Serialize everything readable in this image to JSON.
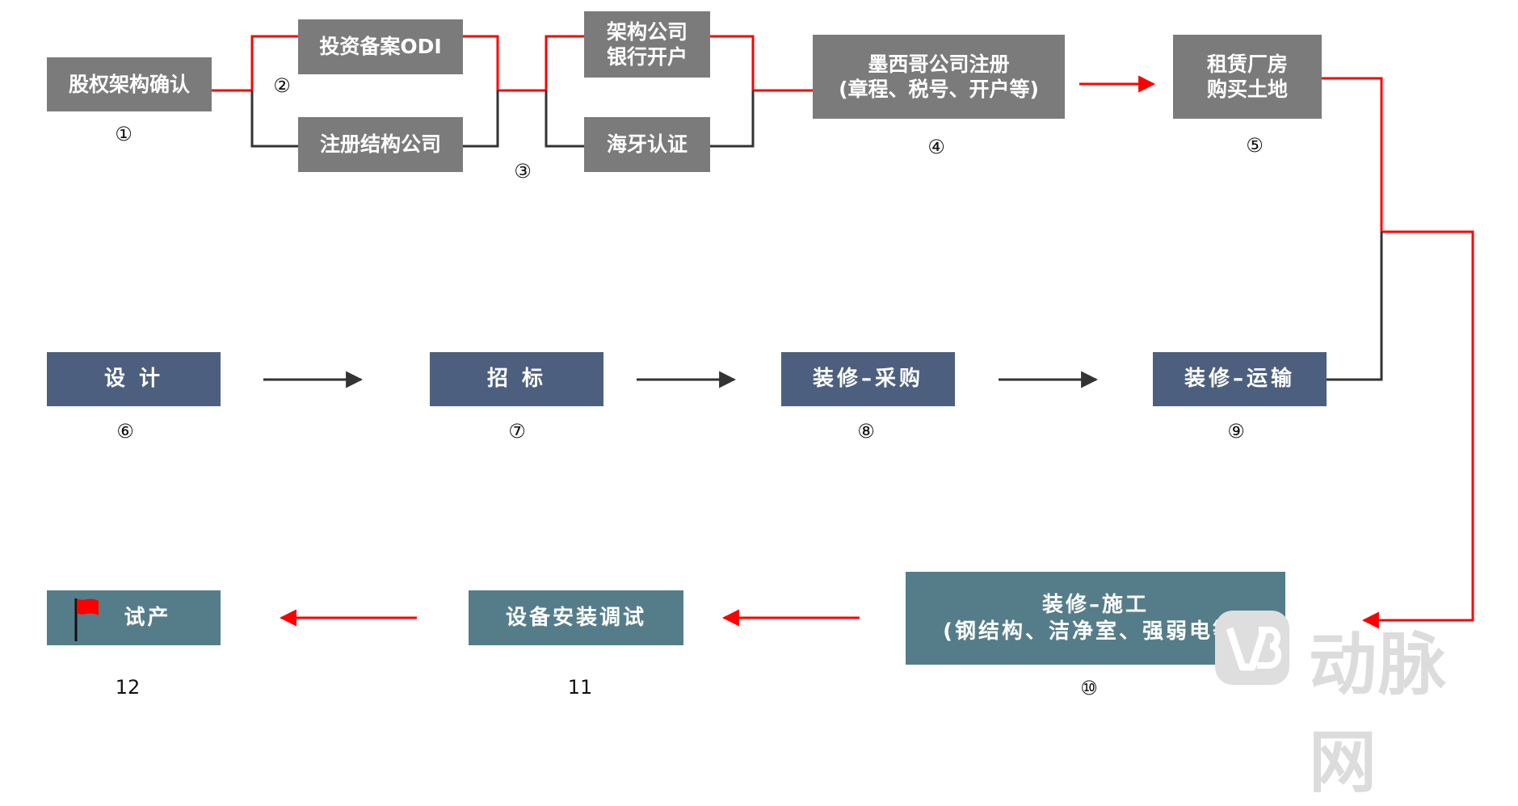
{
  "colors": {
    "red": "#ff0000",
    "dark": "#333333",
    "gray_box": "#7b7b7b",
    "navy_box": "#4d5f7e",
    "teal_box": "#557d89"
  },
  "steps": {
    "s1": {
      "label": "股权架构确认",
      "num": "①"
    },
    "s2a": {
      "label": "投资备案ODI"
    },
    "s2b": {
      "label": "注册结构公司",
      "num": "②"
    },
    "s3a": {
      "line1": "架构公司",
      "line2": "银行开户"
    },
    "s3b": {
      "label": "海牙认证",
      "num": "③"
    },
    "s4": {
      "line1": "墨西哥公司注册",
      "line2": "(章程、税号、开户等)",
      "num": "④"
    },
    "s5": {
      "line1": "租赁厂房",
      "line2": "购买土地",
      "num": "⑤"
    },
    "s6": {
      "label": "设 计",
      "num": "⑥"
    },
    "s7": {
      "label": "招 标",
      "num": "⑦"
    },
    "s8": {
      "label": "装修–采购",
      "num": "⑧"
    },
    "s9": {
      "label": "装修–运输",
      "num": "⑨"
    },
    "s10": {
      "line1": "装修–施工",
      "line2": "(钢结构、洁净室、强弱电等)",
      "num": "⑩"
    },
    "s11": {
      "label": "设备安装调试",
      "num": "11"
    },
    "s12": {
      "label": "试产",
      "num": "12"
    }
  },
  "icons": {
    "flag": "red-flag-icon"
  },
  "watermark": {
    "text": "动脉网",
    "logo": "vb-logo-icon"
  }
}
